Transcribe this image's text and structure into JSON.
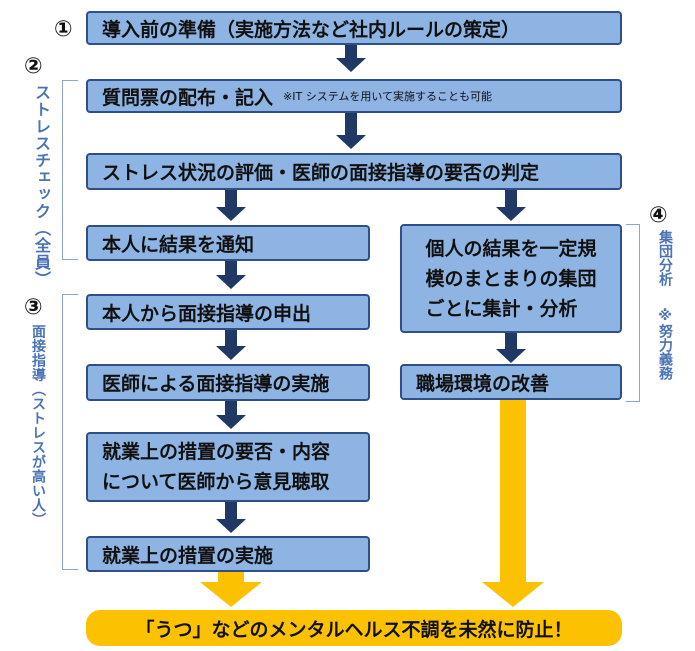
{
  "markers": {
    "one": "①",
    "two": "②",
    "three": "③",
    "four": "④"
  },
  "side_labels": {
    "all_employees": "ストレスチェック（全員）",
    "interview": "面接指導（ストレスが高い人）",
    "group_analysis": "集団分析",
    "effort_duty": "※努力義務"
  },
  "boxes": {
    "preparation": "導入前の準備（実施方法など社内ルールの策定）",
    "questionnaire": "質問票の配布・記入",
    "questionnaire_note": "※IT システムを用いて実施することも可能",
    "evaluation": "ストレス状況の評価・医師の面接指導の要否の判定",
    "notify": "本人に結果を通知",
    "request": "本人から面接指導の申出",
    "doctor_interview": "医師による面接指導の実施",
    "opinion_line1": "就業上の措置の要否・内容",
    "opinion_line2": "について医師から意見聴取",
    "measures": "就業上の措置の実施",
    "aggregate_line1": "個人の結果を一定規",
    "aggregate_line2": "模のまとまりの集団",
    "aggregate_line3": "ごとに集計・分析",
    "improve": "職場環境の改善"
  },
  "goal": "「うつ」などのメンタルヘルス不調を未然に防止！",
  "colors": {
    "box_fill": "#8eb4e3",
    "box_border": "#2f4f86",
    "arrow_navy": "#1f3864",
    "arrow_yellow": "#fcc100",
    "side_label": "#4a73b5"
  }
}
